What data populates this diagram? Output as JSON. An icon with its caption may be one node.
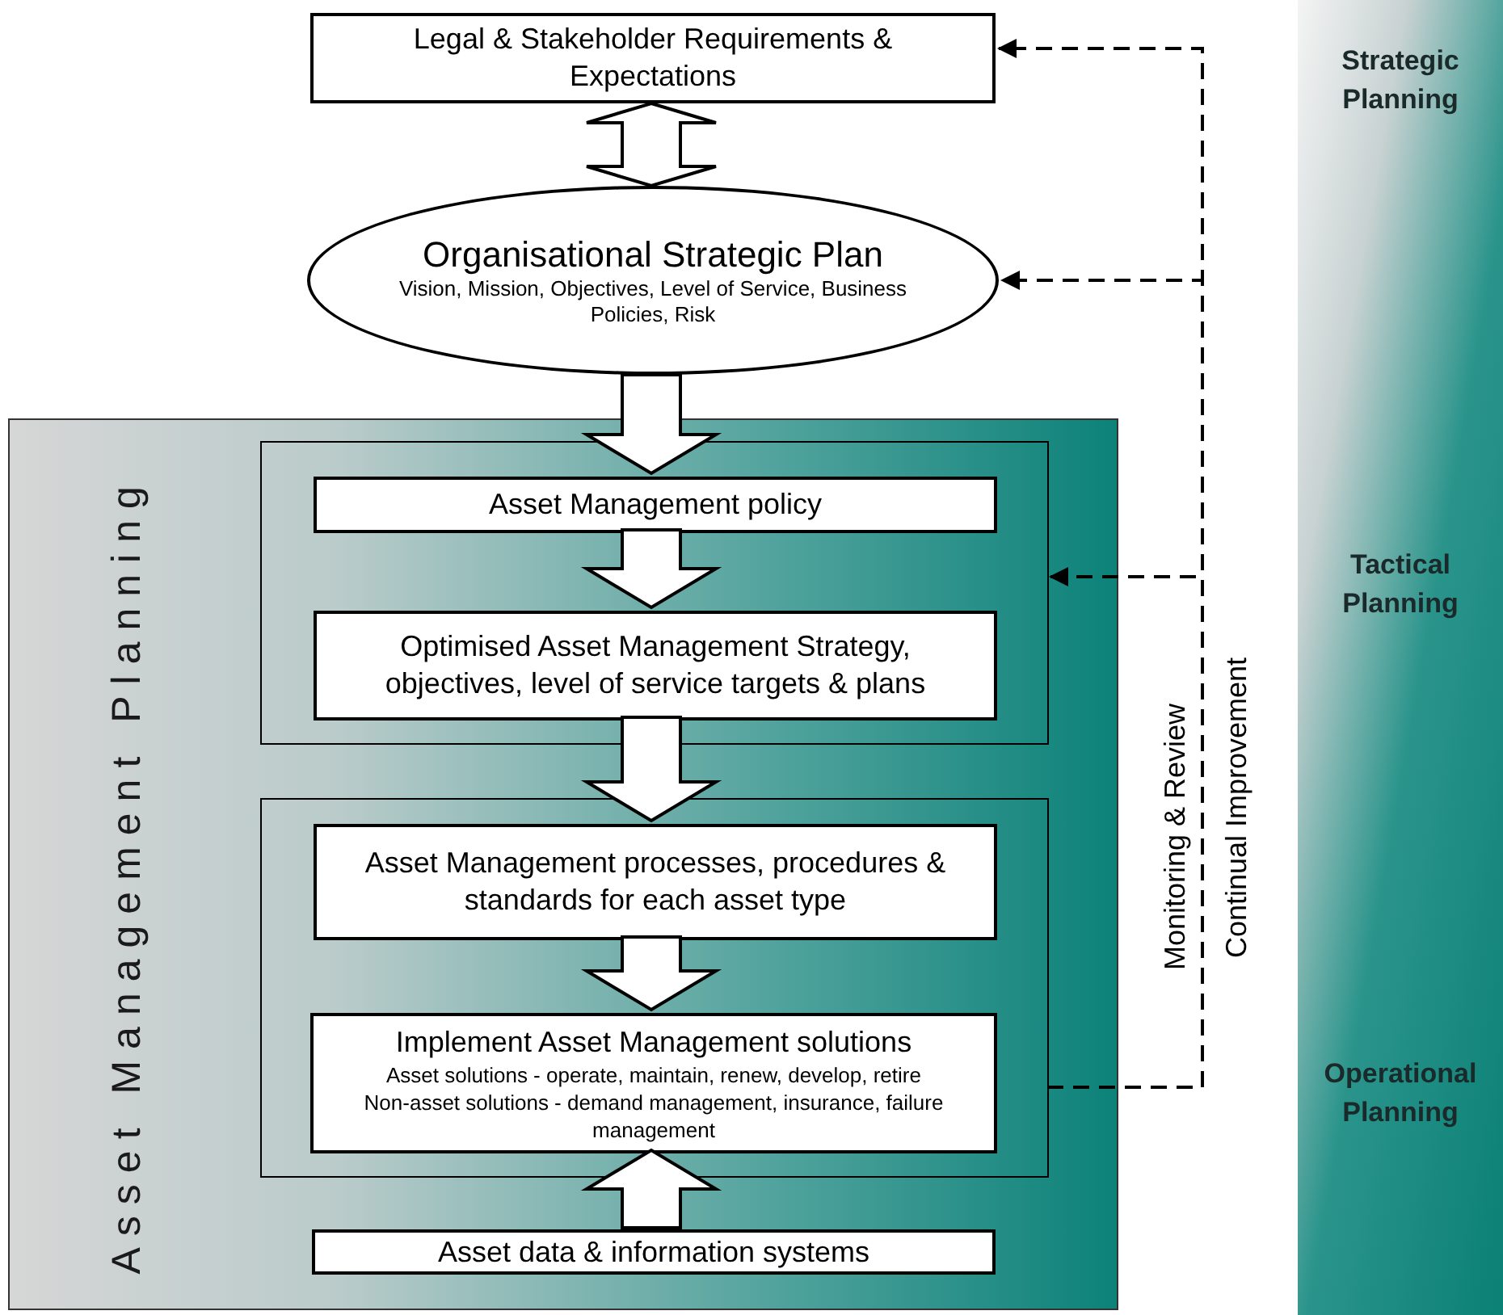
{
  "diagram": {
    "nodes": [
      {
        "text": [
          "Legal & Stakeholder Requirements & Expectations"
        ]
      },
      {
        "text": [
          "Organisational Strategic Plan",
          "Vision, Mission, Objectives, Level of Service, Business Policies, Risk"
        ]
      },
      {
        "text": [
          "Asset Management Planning"
        ]
      },
      {
        "text": [],
        "shape": "box",
        "in": 2
      },
      {
        "text": [
          "Asset Management policy"
        ],
        "in": 3
      },
      {
        "text": [
          "Optimised Asset Management Strategy, objectives, level of service targets & plans"
        ],
        "in": 3
      },
      {
        "text": [],
        "shape": "box",
        "in": 2
      },
      {
        "text": [
          "Asset Management processes, procedures & standards for each asset type"
        ],
        "in": 6
      },
      {
        "text": [
          "Implement Asset Management solutions",
          "Asset solutions - operate, maintain, renew, develop, retire",
          "Non-asset solutions - demand management, insurance, failure management"
        ],
        "in": 6
      },
      {
        "text": [
          "Asset data & information systems"
        ],
        "in": 2
      },
      {
        "text": [
          "Strategic Planning",
          "Tactical Planning",
          "Operational Planning"
        ]
      }
    ],
    "edges": [
      {
        "from": 0,
        "to": 1,
        "arrow": "both",
        "style": "thick"
      },
      {
        "from": 1,
        "to": 4,
        "arrow": "to",
        "style": "thick"
      },
      {
        "from": 4,
        "to": 5,
        "arrow": "to",
        "style": "thick"
      },
      {
        "from": 5,
        "to": 7,
        "arrow": "to",
        "style": "thick"
      },
      {
        "from": 7,
        "to": 8,
        "arrow": "to",
        "style": "thick"
      },
      {
        "from": 9,
        "to": 8,
        "arrow": "to",
        "style": "thick"
      },
      {
        "from": 6,
        "to": 0,
        "arrow": "to",
        "style": "dashed"
      },
      {
        "from": 6,
        "to": 1,
        "arrow": "to",
        "style": "dashed"
      },
      {
        "from": 6,
        "to": 3,
        "arrow": "to",
        "style": "dashed"
      }
    ],
    "labels": [
      "Monitoring & Review",
      "Continual Improvement"
    ]
  }
}
